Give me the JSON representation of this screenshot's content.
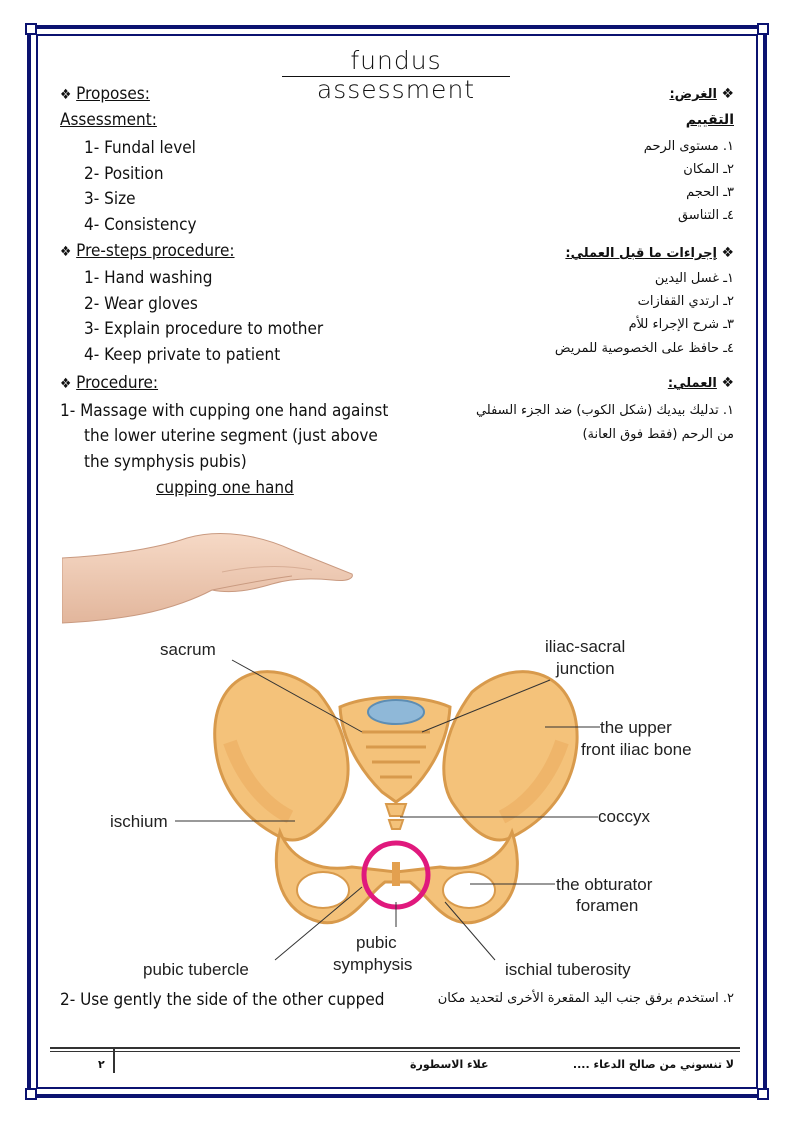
{
  "title": "fundus assessment",
  "left": {
    "proposes": "Proposes:",
    "assessment": "Assessment:",
    "assessment_items": [
      "1-  Fundal level",
      "2-  Position",
      "3-  Size",
      "4-  Consistency"
    ],
    "presteps": "Pre-steps procedure:",
    "presteps_items": [
      "1-  Hand washing",
      "2-  Wear gloves",
      "3-  Explain procedure to mother",
      "4-  Keep private to patient"
    ],
    "procedure": "Procedure:",
    "step1_lines": [
      "1-  Massage with cupping one hand against",
      "the lower uterine segment (just above",
      "the symphysis pubis)"
    ],
    "cupping": "cupping one hand",
    "step2": "2-  Use gently the side of the other cupped"
  },
  "right": {
    "goal": "الغرض:",
    "assessment": "التقييم",
    "assessment_items": [
      "١. مستوى الرحم",
      "٢ـ المكان",
      "٣ـ الحجم",
      "٤ـ التناسق"
    ],
    "presteps": "إجراءات ما قبل العملي:",
    "presteps_items": [
      "١ـ غسل اليدين",
      "٢ـ ارتدي القفازات",
      "٣ـ شرح الإجراء للأم",
      "٤ـ حافظ على الخصوصية للمريض"
    ],
    "procedure": "العملي:",
    "step1_lines": [
      "١.   تدليك بيديك (شكل الكوب) ضد الجزء السفلي",
      "من الرحم (فقط فوق العانة)"
    ],
    "step2": "٢.   استخدم برفق جنب اليد المقعرة الأخرى لتحديد مكان"
  },
  "diagram": {
    "labels": {
      "sacrum": "sacrum",
      "iliac1": "iliac-sacral",
      "iliac2": "junction",
      "upper1": "the upper",
      "upper2": "front iliac bone",
      "ischium": "ischium",
      "coccyx": "coccyx",
      "obt1": "the obturator",
      "obt2": "foramen",
      "pubic1": "pubic",
      "pubic2": "symphysis",
      "tubercle": "pubic tubercle",
      "tuberosity": "ischial tuberosity"
    },
    "colors": {
      "bone": "#f4c27a",
      "bone_dark": "#e3a04f",
      "highlight": "#e0197d",
      "disc": "#8fb8d8"
    }
  },
  "footer": {
    "page_number": "٢",
    "author": "علاء  الاسطورة",
    "prayer": "لا تنسوني من صالح الدعاء ...."
  }
}
